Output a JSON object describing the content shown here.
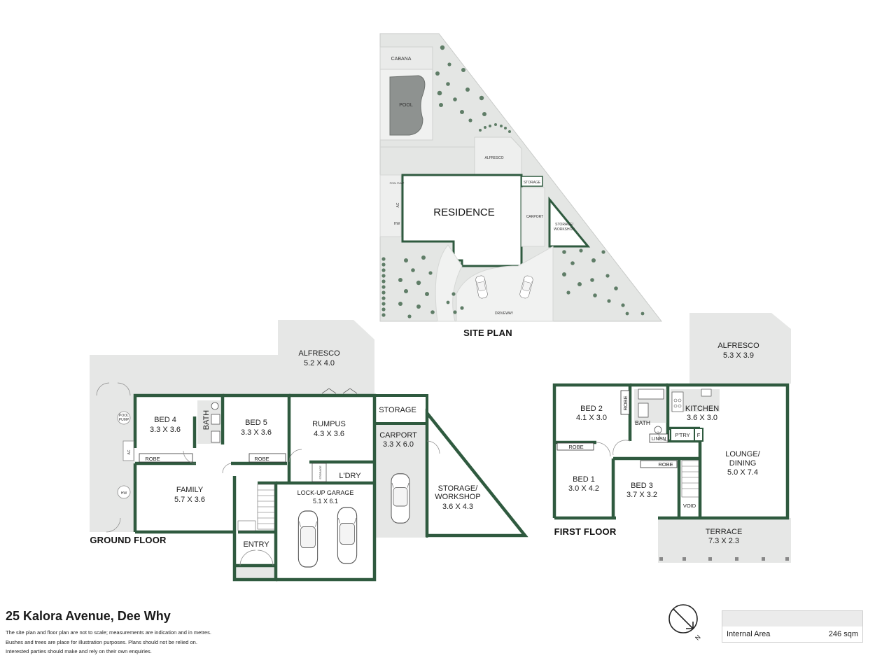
{
  "site_plan": {
    "heading": "SITE PLAN",
    "labels": {
      "cabana": "CABANA",
      "pool": "POOL",
      "alfresco": "ALFRESCO",
      "storage": "STORAGE",
      "residence": "RESIDENCE",
      "carport": "CARPORT",
      "storage_workshop_1": "STORAGE/",
      "storage_workshop_2": "WORKSHOP",
      "driveway": "DRIVEWAY",
      "ac": "AC",
      "hw": "HW",
      "pool_pump": "POOL PUMP"
    }
  },
  "ground_floor": {
    "heading": "GROUND FLOOR",
    "rooms": {
      "alfresco": {
        "name": "ALFRESCO",
        "dims": "5.2 X 4.0"
      },
      "bed4": {
        "name": "BED 4",
        "dims": "3.3 X 3.6"
      },
      "bath": {
        "name": "BATH"
      },
      "bed5": {
        "name": "BED 5",
        "dims": "3.3 X 3.6"
      },
      "rumpus": {
        "name": "RUMPUS",
        "dims": "4.3 X 3.6"
      },
      "storage": {
        "name": "STORAGE"
      },
      "carport": {
        "name": "CARPORT",
        "dims": "3.3 X 6.0"
      },
      "storage_workshop": {
        "name1": "STORAGE/",
        "name2": "WORKSHOP",
        "dims": "3.6 X 4.3"
      },
      "family": {
        "name": "FAMILY",
        "dims": "5.7 X 3.6"
      },
      "ldry": {
        "name": "L'DRY"
      },
      "garage": {
        "name": "LOCK-UP GARAGE",
        "dims": "5.1 X 6.1"
      },
      "entry": {
        "name": "ENTRY"
      },
      "robe_a": {
        "name": "ROBE"
      },
      "robe_b": {
        "name": "ROBE"
      },
      "storage_small": {
        "name": "STORAGE"
      },
      "pool_pump_1": "POOL",
      "pool_pump_2": "PUMP",
      "ac": "AC",
      "hw": "HW"
    }
  },
  "first_floor": {
    "heading": "FIRST FLOOR",
    "rooms": {
      "alfresco": {
        "name": "ALFRESCO",
        "dims": "5.3 X 3.9"
      },
      "bed2": {
        "name": "BED 2",
        "dims": "4.1 X 3.0"
      },
      "robe_vert": {
        "name": "ROBE"
      },
      "bath": {
        "name": "BATH"
      },
      "kitchen": {
        "name": "KITCHEN",
        "dims": "3.6 X 3.0"
      },
      "robe_b1": {
        "name": "ROBE"
      },
      "linen": {
        "name": "LINEN"
      },
      "ptry": {
        "name": "P'TRY"
      },
      "f": {
        "name": "F"
      },
      "lounge": {
        "name1": "LOUNGE/",
        "name2": "DINING",
        "dims": "5.0 X 7.4"
      },
      "bed1": {
        "name": "BED 1",
        "dims": "3.0 X 4.2"
      },
      "bed3": {
        "name": "BED 3",
        "dims": "3.7 X 3.2"
      },
      "robe_b3": {
        "name": "ROBE"
      },
      "void": {
        "name": "VOID"
      },
      "terrace": {
        "name": "TERRACE",
        "dims": "7.3 X 2.3"
      }
    }
  },
  "compass": {
    "north": "N"
  },
  "footer": {
    "address": "25 Kalora Avenue, Dee Why",
    "note_1": "The site plan and floor plan are not to scale; measurements are indication and in metres.",
    "note_2": "Bushes and trees are place for illustration purposes. Plans should not be relied on.",
    "note_3": "Interested parties should make and rely on their own enquiries."
  },
  "area": {
    "label": "Internal Area",
    "value": "246 sqm"
  },
  "colors": {
    "wall": "#2f5a3f",
    "fill": "#e6e7e6",
    "tree": "#5f7d67",
    "ground": "#e4e6e4"
  }
}
